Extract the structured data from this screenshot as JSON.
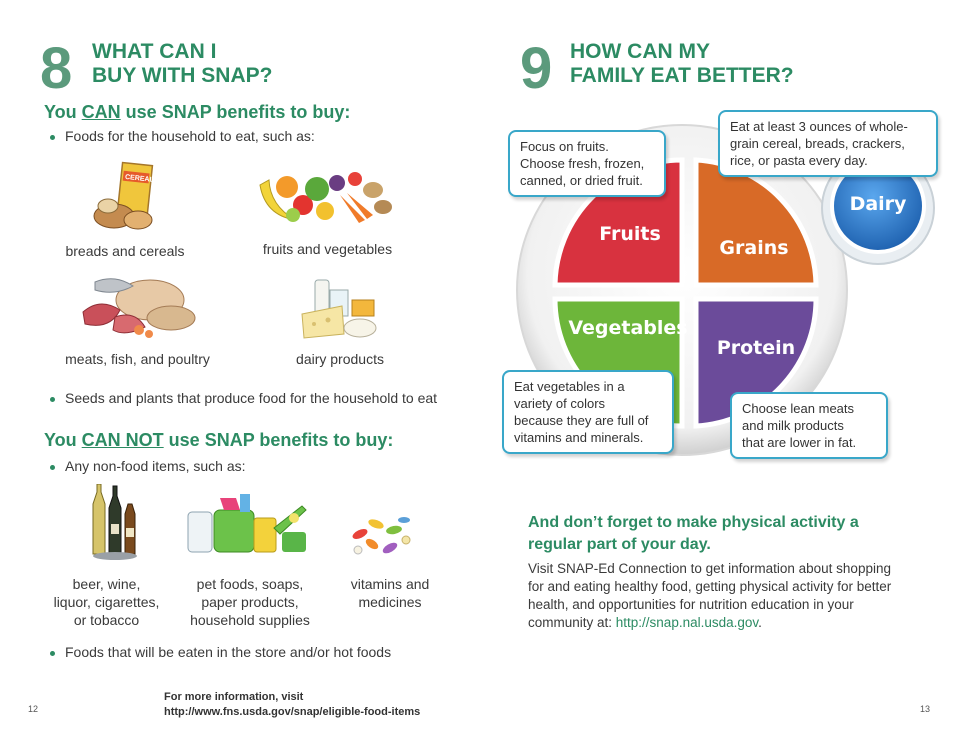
{
  "left": {
    "number": "8",
    "title_line1": "WHAT CAN I",
    "title_line2": "BUY WITH SNAP?",
    "can_prefix": "You ",
    "can_word": "CAN",
    "can_suffix": " use SNAP benefits to buy:",
    "can_bullet1": "Foods for the household to eat, such as:",
    "food_items": [
      "breads and cereals",
      "fruits and vegetables",
      "meats, fish, and poultry",
      "dairy products"
    ],
    "cereal_box_text": "CEREAL",
    "can_bullet2": "Seeds and plants that produce food for the household to eat",
    "cannot_prefix": "You ",
    "cannot_word": "CAN NOT",
    "cannot_suffix": " use SNAP benefits to buy:",
    "cannot_bullet1": "Any non-food items, such as:",
    "nonfood_items": [
      [
        "beer, wine,",
        "liquor, cigarettes,",
        "or tobacco"
      ],
      [
        "pet foods, soaps,",
        "paper products,",
        "household supplies"
      ],
      [
        "vitamins and",
        "medicines"
      ]
    ],
    "cannot_bullet2": "Foods that will be eaten in the store and/or hot foods",
    "footer_line1": "For more information, visit",
    "footer_line2": "http://www.fns.usda.gov/snap/eligible-food-items",
    "page_number": "12"
  },
  "right": {
    "number": "9",
    "title_line1": "HOW CAN MY",
    "title_line2": "FAMILY EAT BETTER?",
    "plate": {
      "fruits": "Fruits",
      "grains": "Grains",
      "vegetables": "Vegetables",
      "protein": "Protein",
      "dairy": "Dairy",
      "colors": {
        "fruits": "#d8323f",
        "grains": "#d86a27",
        "vegetables": "#6db63a",
        "protein": "#6b4b9a",
        "dairy": "#2f7fd0"
      }
    },
    "callouts": {
      "fruits": [
        "Focus on fruits.",
        "Choose fresh, frozen,",
        "canned, or dried fruit."
      ],
      "grains": [
        "Eat at least 3 ounces of whole-",
        "grain cereal, breads, crackers,",
        "rice, or pasta every day."
      ],
      "vegetables": [
        "Eat vegetables in a",
        "variety of colors",
        "because they are full of",
        "vitamins and minerals."
      ],
      "protein": [
        "Choose lean meats",
        "and milk products",
        "that are lower in fat."
      ]
    },
    "activity_line1": "And don’t forget to make physical activity a",
    "activity_line2": "regular part of your day.",
    "visit_lines": [
      "Visit SNAP-Ed Connection to get information about shopping",
      "for and eating healthy food, getting physical activity for better",
      "health, and opportunities for nutrition education in your"
    ],
    "visit_last_prefix": "community at: ",
    "visit_link": "http://snap.nal.usda.gov",
    "visit_last_suffix": ".",
    "page_number": "13"
  }
}
